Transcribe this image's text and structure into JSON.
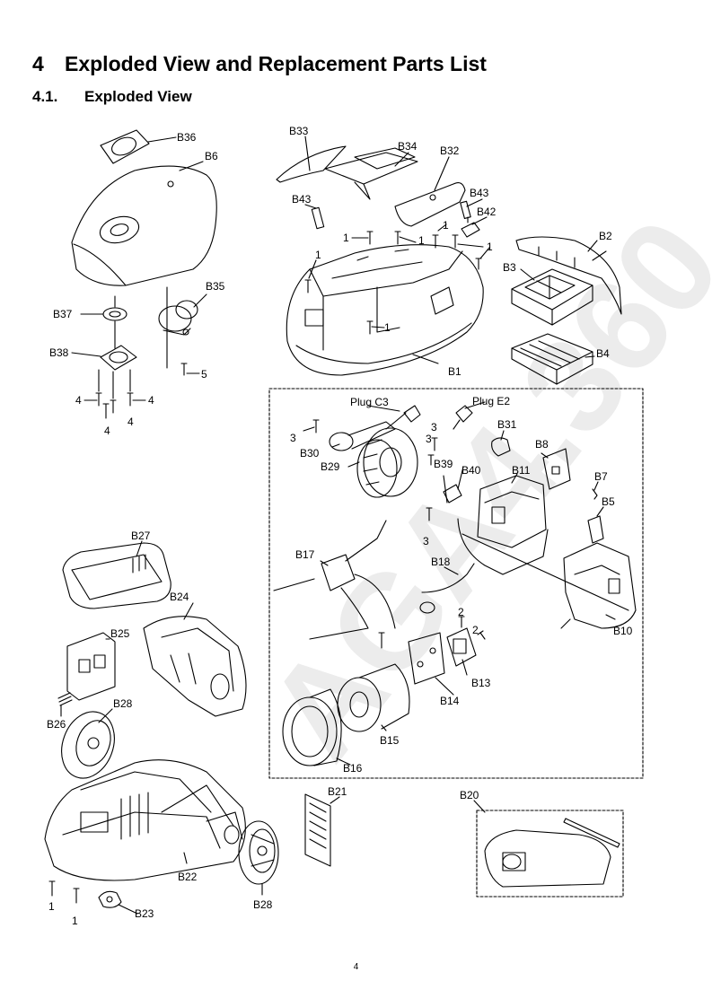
{
  "heading": {
    "number": "4",
    "title": "Exploded View and Replacement Parts List"
  },
  "subheading": {
    "number": "4.1.",
    "title": "Exploded View"
  },
  "page_number": "4",
  "watermark": "AGA4.360",
  "labels": {
    "B1": "B1",
    "B2": "B2",
    "B3": "B3",
    "B4": "B4",
    "B5": "B5",
    "B6": "B6",
    "B7": "B7",
    "B8": "B8",
    "B10": "B10",
    "B11": "B11",
    "B13": "B13",
    "B14": "B14",
    "B15": "B15",
    "B16": "B16",
    "B17": "B17",
    "B18": "B18",
    "B20": "B20",
    "B21": "B21",
    "B22": "B22",
    "B23": "B23",
    "B24": "B24",
    "B25": "B25",
    "B26": "B26",
    "B27": "B27",
    "B28": "B28",
    "B29": "B29",
    "B30": "B30",
    "B31": "B31",
    "B32": "B32",
    "B33": "B33",
    "B34": "B34",
    "B35": "B35",
    "B36": "B36",
    "B37": "B37",
    "B38": "B38",
    "B39": "B39",
    "B40": "B40",
    "B42": "B42",
    "B43": "B43",
    "plug_c3": "Plug C3",
    "plug_e2": "Plug E2",
    "s1": "1",
    "s2": "2",
    "s3": "3",
    "s4": "4",
    "s5": "5"
  }
}
